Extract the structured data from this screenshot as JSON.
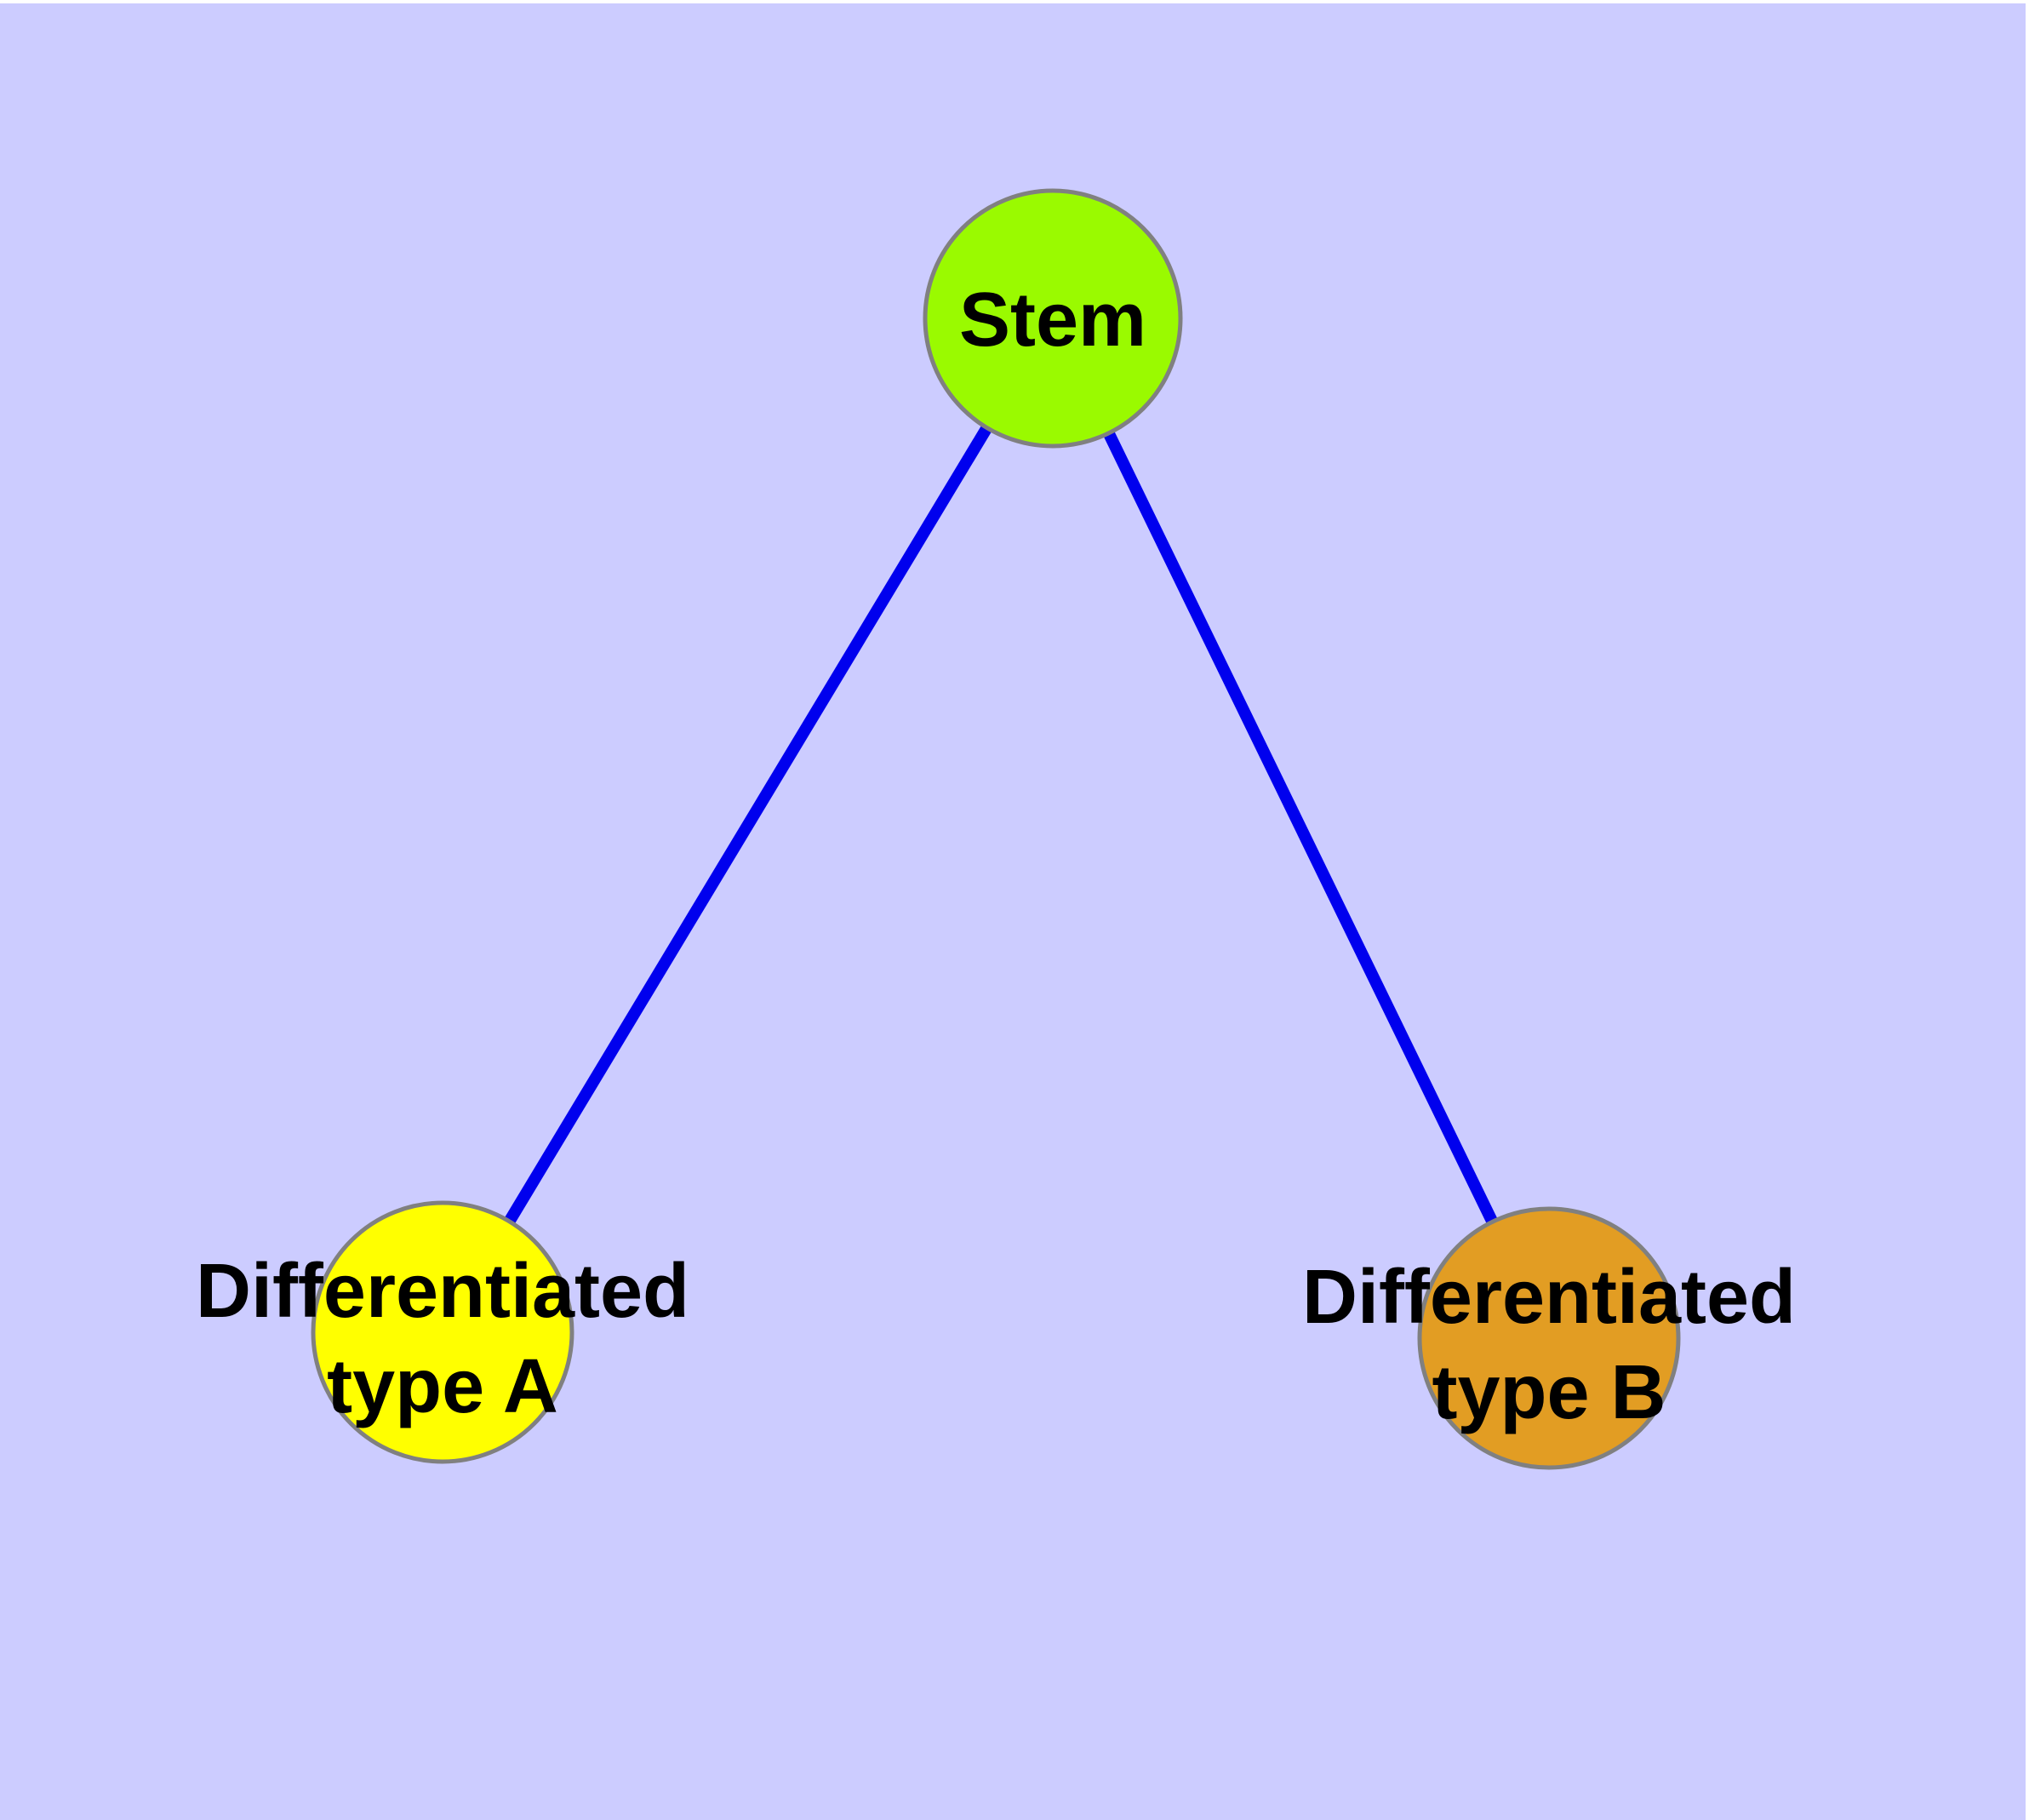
{
  "diagram": {
    "background_color": "#CCCCFF",
    "margin_color": "#FFFFFF",
    "edge_color": "#0000EE",
    "node_border_color": "#808080",
    "label_color": "#000000",
    "nodes": [
      {
        "id": "stem",
        "label": "Stem",
        "label_line1": "Stem",
        "label_line2": "",
        "color": "#9AFA00"
      },
      {
        "id": "differentiated-type-a",
        "label": "Differentiated type A",
        "label_line1": "Differentiated",
        "label_line2": "type A",
        "color": "#FFFF00"
      },
      {
        "id": "differentiated-type-b",
        "label": "Differentiated type B",
        "label_line1": "Differentiated",
        "label_line2": "type B",
        "color": "#E29D23"
      }
    ],
    "edges": [
      {
        "from": "Stem",
        "to": "Differentiated type A"
      },
      {
        "from": "Stem",
        "to": "Differentiated type B"
      }
    ]
  }
}
